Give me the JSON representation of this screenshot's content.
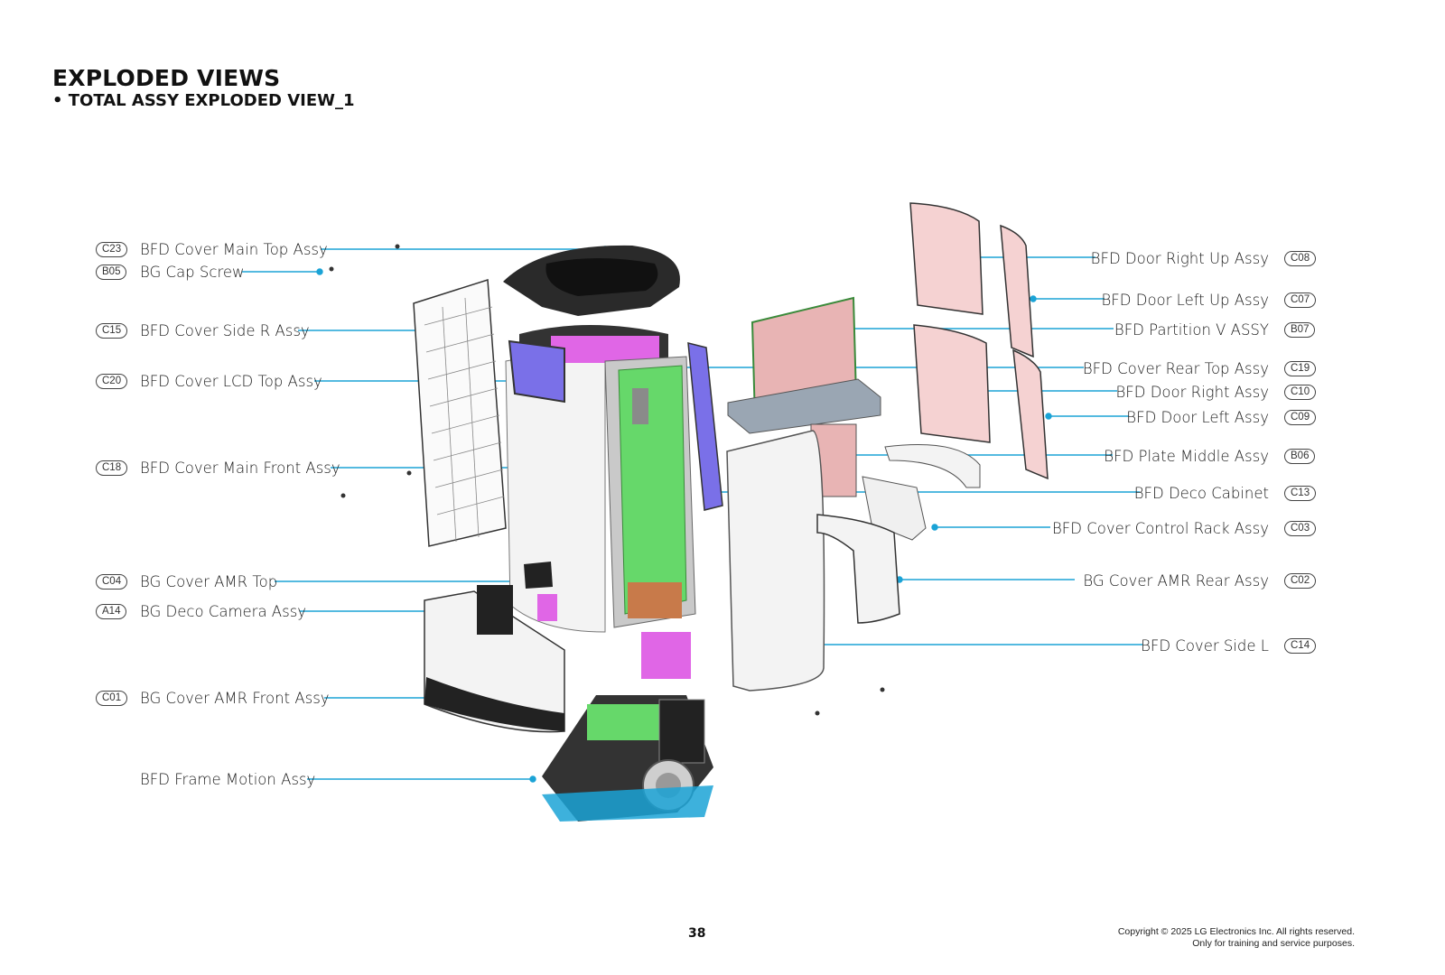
{
  "header": {
    "title": "EXPLODED VIEWS",
    "subtitle": "• TOTAL ASSY EXPLODED VIEW_1"
  },
  "parts_left": [
    {
      "code": "C23",
      "name": "BFD Cover Main Top Assy"
    },
    {
      "code": "B05",
      "name": "BG Cap Screw"
    },
    {
      "code": "C15",
      "name": "BFD Cover Side R Assy"
    },
    {
      "code": "C20",
      "name": "BFD Cover LCD Top Assy"
    },
    {
      "code": "C18",
      "name": "BFD Cover Main Front Assy"
    },
    {
      "code": "C04",
      "name": "BG Cover AMR Top"
    },
    {
      "code": "A14",
      "name": "BG Deco Camera Assy"
    },
    {
      "code": "C01",
      "name": "BG Cover AMR Front Assy"
    },
    {
      "code": "",
      "name": "BFD Frame Motion Assy"
    }
  ],
  "parts_right": [
    {
      "code": "C08",
      "name": "BFD Door Right Up Assy"
    },
    {
      "code": "C07",
      "name": "BFD Door Left Up Assy"
    },
    {
      "code": "B07",
      "name": "BFD Partition V ASSY"
    },
    {
      "code": "C19",
      "name": "BFD Cover Rear Top Assy"
    },
    {
      "code": "C10",
      "name": "BFD Door Right Assy"
    },
    {
      "code": "C09",
      "name": "BFD Door Left Assy"
    },
    {
      "code": "B06",
      "name": "BFD Plate Middle Assy"
    },
    {
      "code": "C13",
      "name": "BFD Deco Cabinet"
    },
    {
      "code": "C03",
      "name": "BFD Cover Control Rack Assy"
    },
    {
      "code": "C02",
      "name": "BG Cover AMR Rear Assy"
    },
    {
      "code": "C14",
      "name": "BFD Cover Side L"
    }
  ],
  "footer": {
    "page": "38",
    "copyright_line1": "Copyright © 2025 LG Electronics Inc. All rights reserved.",
    "copyright_line2": "Only for training and service purposes."
  },
  "colors": {
    "leader": "#1ba3d6",
    "green": "#66d86a",
    "magenta": "#e066e6",
    "pink_panel": "#f5d2d2",
    "blue_panel": "#7a70e8"
  }
}
